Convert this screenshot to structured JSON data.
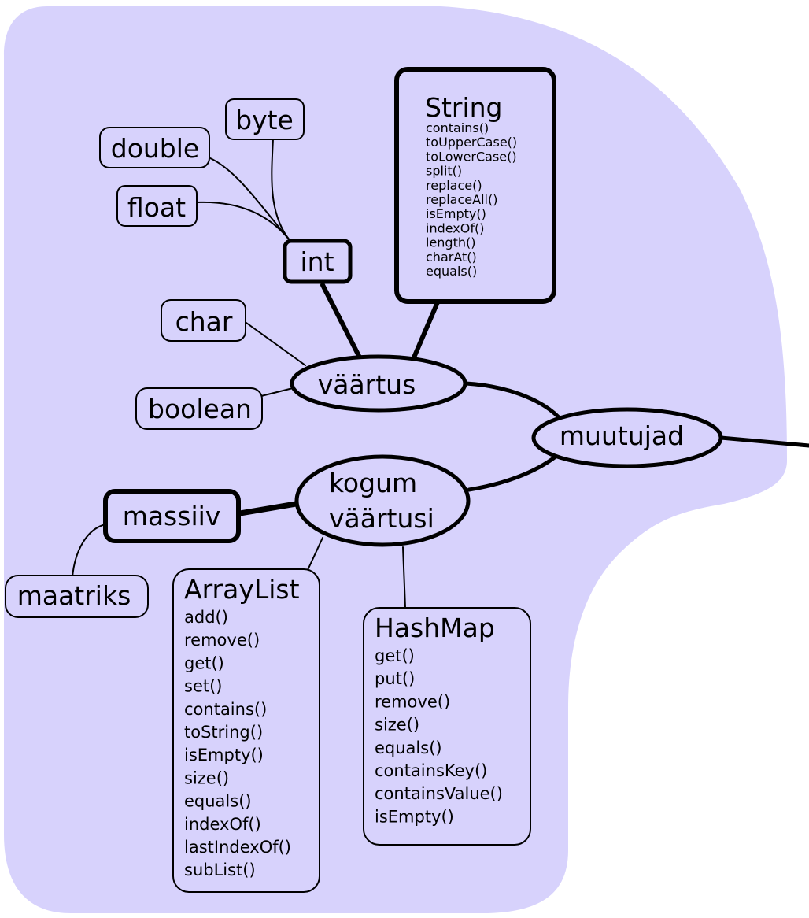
{
  "colors": {
    "background_blob": "#d7d2fc",
    "stroke": "#000000",
    "page": "#ffffff"
  },
  "nodes": {
    "muutujad": "muutujad",
    "vaartus": "väärtus",
    "kogum_line1": "kogum",
    "kogum_line2": "väärtusi",
    "int": "int",
    "byte": "byte",
    "double": "double",
    "float": "float",
    "char": "char",
    "boolean": "boolean",
    "massiiv": "massiiv",
    "maatriks": "maatriks"
  },
  "string_box": {
    "title": "String",
    "methods": [
      "contains()",
      "toUpperCase()",
      "toLowerCase()",
      "split()",
      "replace()",
      "replaceAll()",
      "isEmpty()",
      "indexOf()",
      "length()",
      "charAt()",
      "equals()"
    ]
  },
  "arraylist_box": {
    "title": "ArrayList",
    "methods": [
      "add()",
      "remove()",
      "get()",
      "set()",
      "contains()",
      "toString()",
      "isEmpty()",
      "size()",
      "equals()",
      "indexOf()",
      "lastIndexOf()",
      "subList()"
    ]
  },
  "hashmap_box": {
    "title": "HashMap",
    "methods": [
      "get()",
      "put()",
      "remove()",
      "size()",
      "equals()",
      "containsKey()",
      "containsValue()",
      "isEmpty()"
    ]
  }
}
